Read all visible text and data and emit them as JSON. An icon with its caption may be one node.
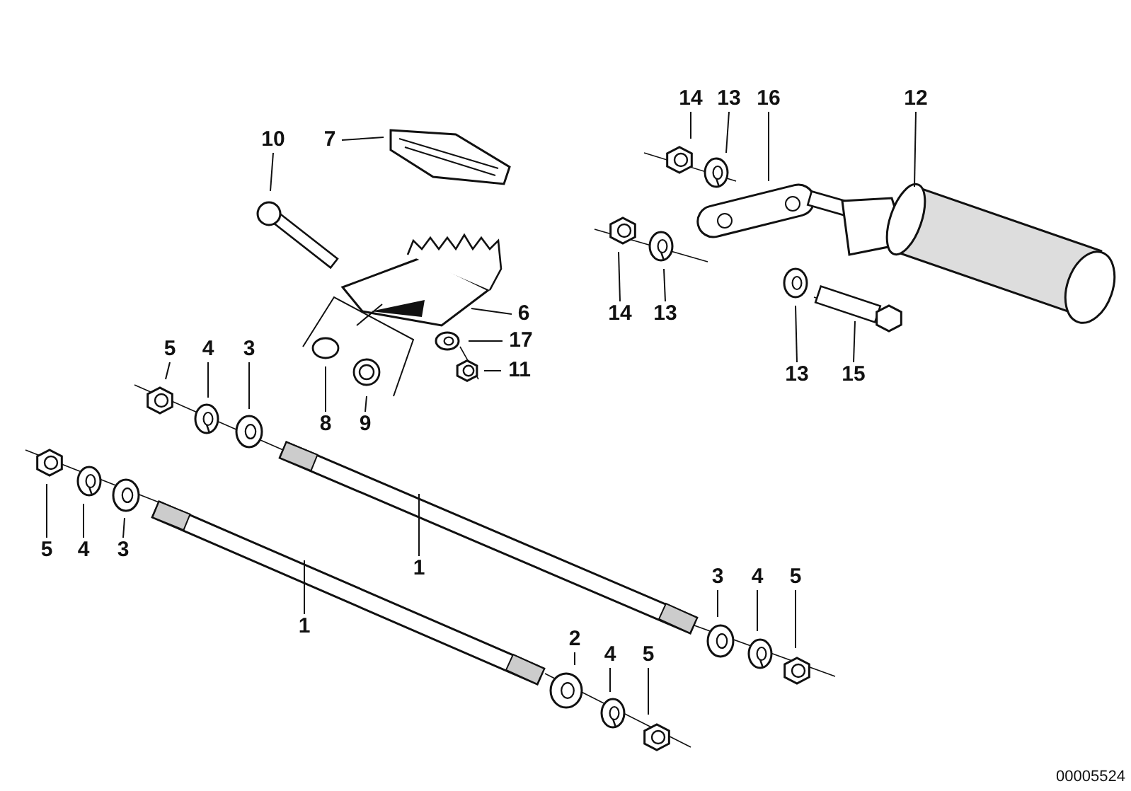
{
  "diagram": {
    "nodes": [
      {
        "text": [
          "10"
        ]
      },
      {
        "text": [
          "7"
        ]
      },
      {
        "text": [
          "14"
        ]
      },
      {
        "text": [
          "13"
        ]
      },
      {
        "text": [
          "16"
        ]
      },
      {
        "text": [
          "12"
        ]
      },
      {
        "text": [
          "6"
        ]
      },
      {
        "text": [
          "17"
        ]
      },
      {
        "text": [
          "11"
        ]
      },
      {
        "text": [
          "5"
        ]
      },
      {
        "text": [
          "4"
        ]
      },
      {
        "text": [
          "3"
        ]
      },
      {
        "text": [
          "14"
        ]
      },
      {
        "text": [
          "13"
        ]
      },
      {
        "text": [
          "13"
        ]
      },
      {
        "text": [
          "15"
        ]
      },
      {
        "text": [
          "8"
        ]
      },
      {
        "text": [
          "9"
        ]
      },
      {
        "text": [
          "5"
        ]
      },
      {
        "text": [
          "4"
        ]
      },
      {
        "text": [
          "3"
        ]
      },
      {
        "text": [
          "1"
        ]
      },
      {
        "text": [
          "1"
        ]
      },
      {
        "text": [
          "3"
        ]
      },
      {
        "text": [
          "4"
        ]
      },
      {
        "text": [
          "5"
        ]
      },
      {
        "text": [
          "2"
        ]
      },
      {
        "text": [
          "4"
        ]
      },
      {
        "text": [
          "5"
        ]
      }
    ],
    "edges": [
      {
        "from": 0,
        "to": null,
        "arrow": "none"
      },
      {
        "from": 1,
        "to": null,
        "arrow": "none"
      },
      {
        "from": 2,
        "to": null,
        "arrow": "none"
      },
      {
        "from": 3,
        "to": null,
        "arrow": "none"
      },
      {
        "from": 4,
        "to": null,
        "arrow": "none"
      },
      {
        "from": 5,
        "to": null,
        "arrow": "none"
      },
      {
        "from": 6,
        "to": null,
        "arrow": "none"
      },
      {
        "from": 7,
        "to": null,
        "arrow": "none"
      },
      {
        "from": 8,
        "to": null,
        "arrow": "none"
      },
      {
        "from": 9,
        "to": null,
        "arrow": "none"
      },
      {
        "from": 10,
        "to": null,
        "arrow": "none"
      },
      {
        "from": 11,
        "to": null,
        "arrow": "none"
      },
      {
        "from": 12,
        "to": null,
        "arrow": "none"
      },
      {
        "from": 13,
        "to": null,
        "arrow": "none"
      },
      {
        "from": 14,
        "to": null,
        "arrow": "none"
      },
      {
        "from": 15,
        "to": null,
        "arrow": "none"
      },
      {
        "from": 16,
        "to": null,
        "arrow": "none"
      },
      {
        "from": 17,
        "to": null,
        "arrow": "none"
      },
      {
        "from": 18,
        "to": null,
        "arrow": "none"
      },
      {
        "from": 19,
        "to": null,
        "arrow": "none"
      },
      {
        "from": 20,
        "to": null,
        "arrow": "none"
      },
      {
        "from": 21,
        "to": null,
        "arrow": "none"
      },
      {
        "from": 22,
        "to": null,
        "arrow": "none"
      },
      {
        "from": 23,
        "to": null,
        "arrow": "none"
      },
      {
        "from": 24,
        "to": null,
        "arrow": "none"
      },
      {
        "from": 25,
        "to": null,
        "arrow": "none"
      },
      {
        "from": 26,
        "to": null,
        "arrow": "none"
      },
      {
        "from": 27,
        "to": null,
        "arrow": "none"
      },
      {
        "from": 28,
        "to": null,
        "arrow": "none"
      }
    ],
    "labels": [
      "00005524"
    ]
  }
}
